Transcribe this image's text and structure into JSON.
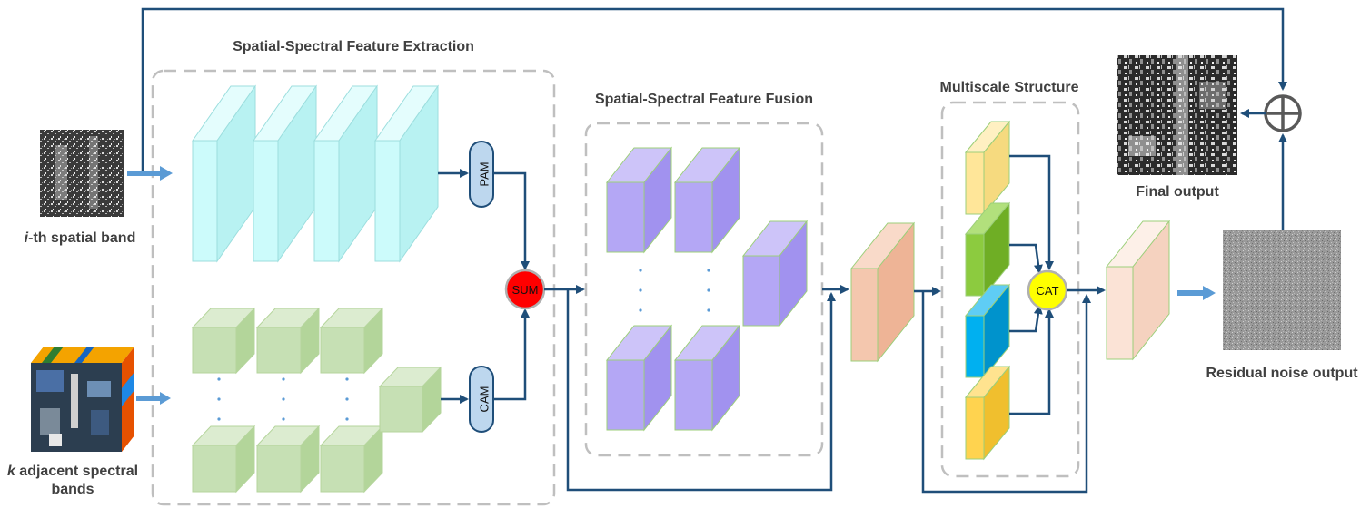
{
  "labels": {
    "extraction_title": "Spatial-Spectral Feature Extraction",
    "fusion_title": "Spatial-Spectral Feature Fusion",
    "multiscale_title": "Multiscale Structure",
    "spatial_band_italic": "i",
    "spatial_band_rest": "-th spatial band",
    "spectral_italic": "k",
    "spectral_rest": " adjacent spectral",
    "spectral_line2": "bands",
    "final_output": "Final output",
    "residual_output": "Residual noise output"
  },
  "nodes": {
    "pam": "PAM",
    "cam": "CAM",
    "sum": "SUM",
    "cat": "CAT"
  },
  "colors": {
    "cyan_block": "#ccfbfb",
    "green_block": "#c6e0b4",
    "purple_block": "#b4a7f5",
    "salmon_block": "#f4c7ae",
    "peach_block": "#fbe3d6",
    "yellow_light": "#ffe699",
    "green_bright": "#8ccb3f",
    "blue_bright": "#00b0f0",
    "yellow_deep": "#ffd34f",
    "sum_red": "#ff0000",
    "cat_yellow": "#ffff00",
    "node_blue": "#bdd7ee",
    "arrow": "#1f4e79",
    "input_arrow": "#5b9bd5",
    "dash_border": "#bfbfbf"
  }
}
